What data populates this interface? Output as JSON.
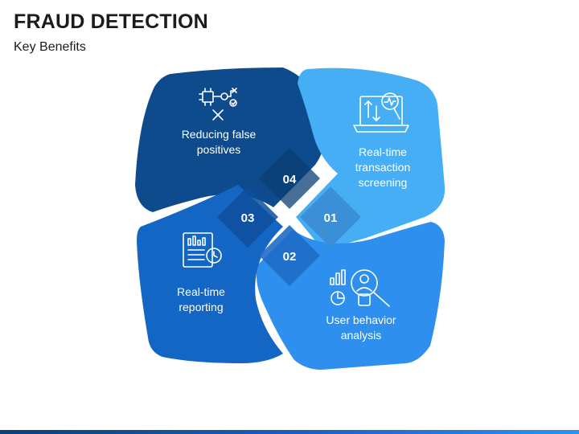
{
  "header": {
    "title": "FRAUD DETECTION",
    "subtitle": "Key Benefits"
  },
  "colors": {
    "item_01": "#45aef5",
    "item_02": "#2f8fee",
    "item_03": "#1466c4",
    "item_04": "#0d4b8c",
    "bottom_bar": "#1560b8"
  },
  "items": [
    {
      "number": "01",
      "line1": "Real-time",
      "line2": "transaction",
      "line3": "screening",
      "icon": "laptop-analytics-icon"
    },
    {
      "number": "02",
      "line1": "User behavior",
      "line2": "analysis",
      "icon": "user-analysis-icon"
    },
    {
      "number": "03",
      "line1": "Real-time",
      "line2": "reporting",
      "icon": "report-clock-icon"
    },
    {
      "number": "04",
      "line1": "Reducing false",
      "line2": "positives",
      "icon": "chip-network-icon"
    }
  ]
}
